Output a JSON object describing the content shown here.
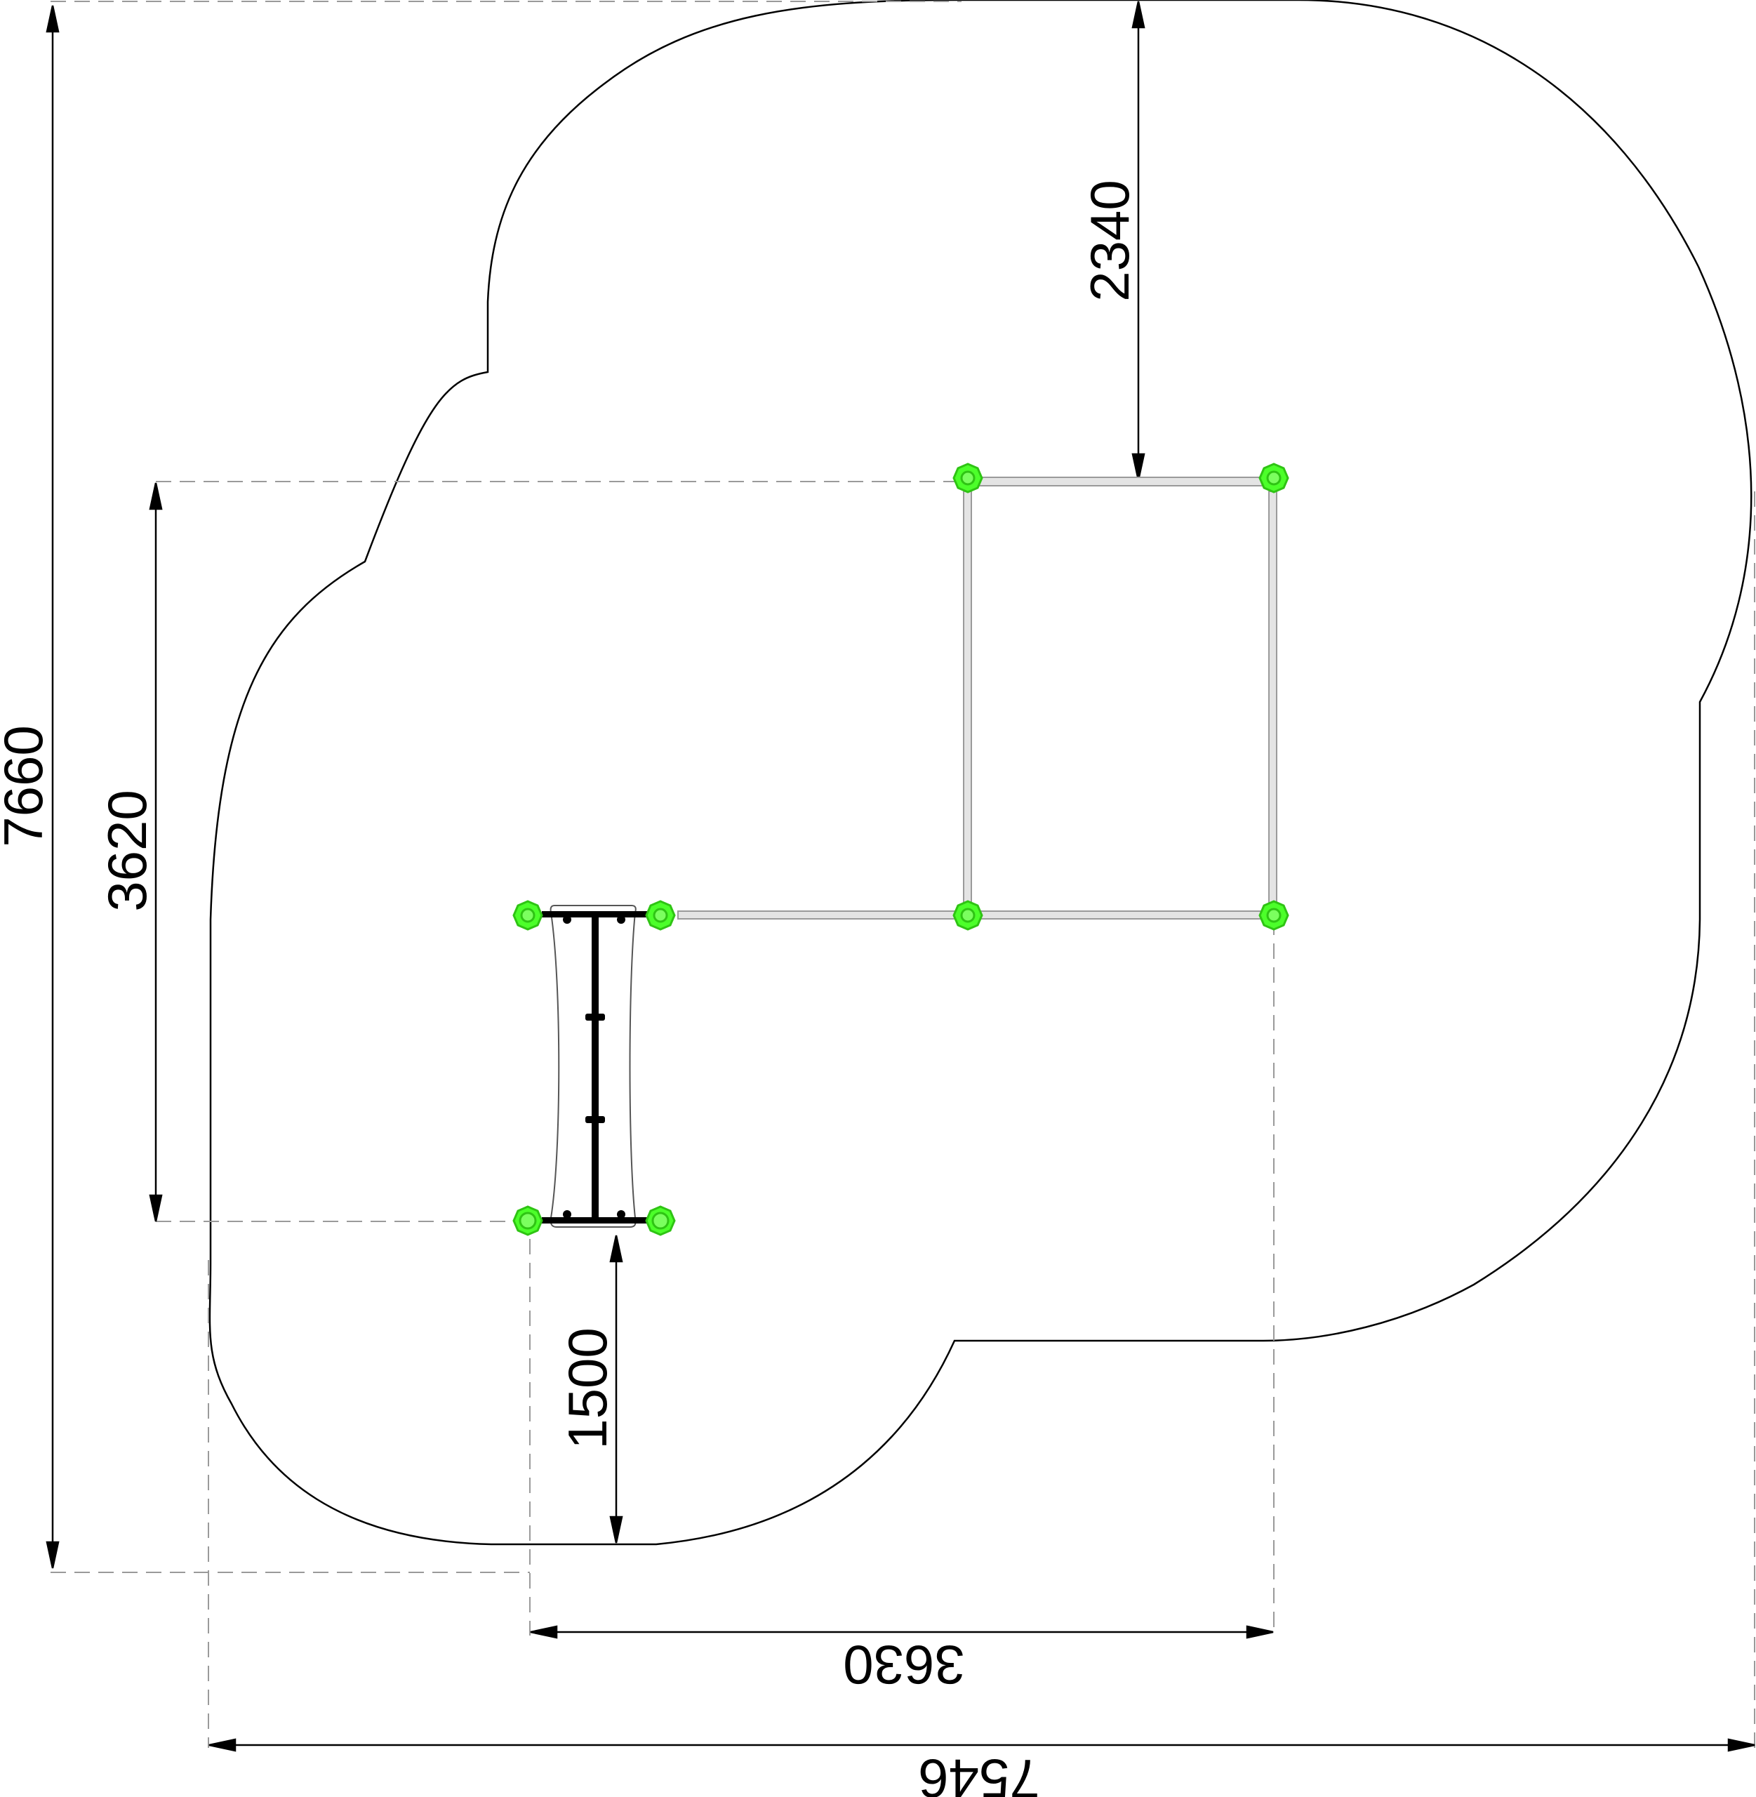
{
  "drawing": {
    "dimensions": {
      "overall_height": "7660",
      "left_zone_height": "3620",
      "top_clearance": "2340",
      "bottom_clearance": "1500",
      "structure_width": "3630",
      "overall_width": "7546"
    },
    "colors": {
      "outline": "#000000",
      "dashed": "#9a9a9a",
      "post_green": "#4cff2a",
      "post_dark": "#2fc414",
      "beam": "#d6d6d6",
      "bench": "#000000"
    }
  }
}
